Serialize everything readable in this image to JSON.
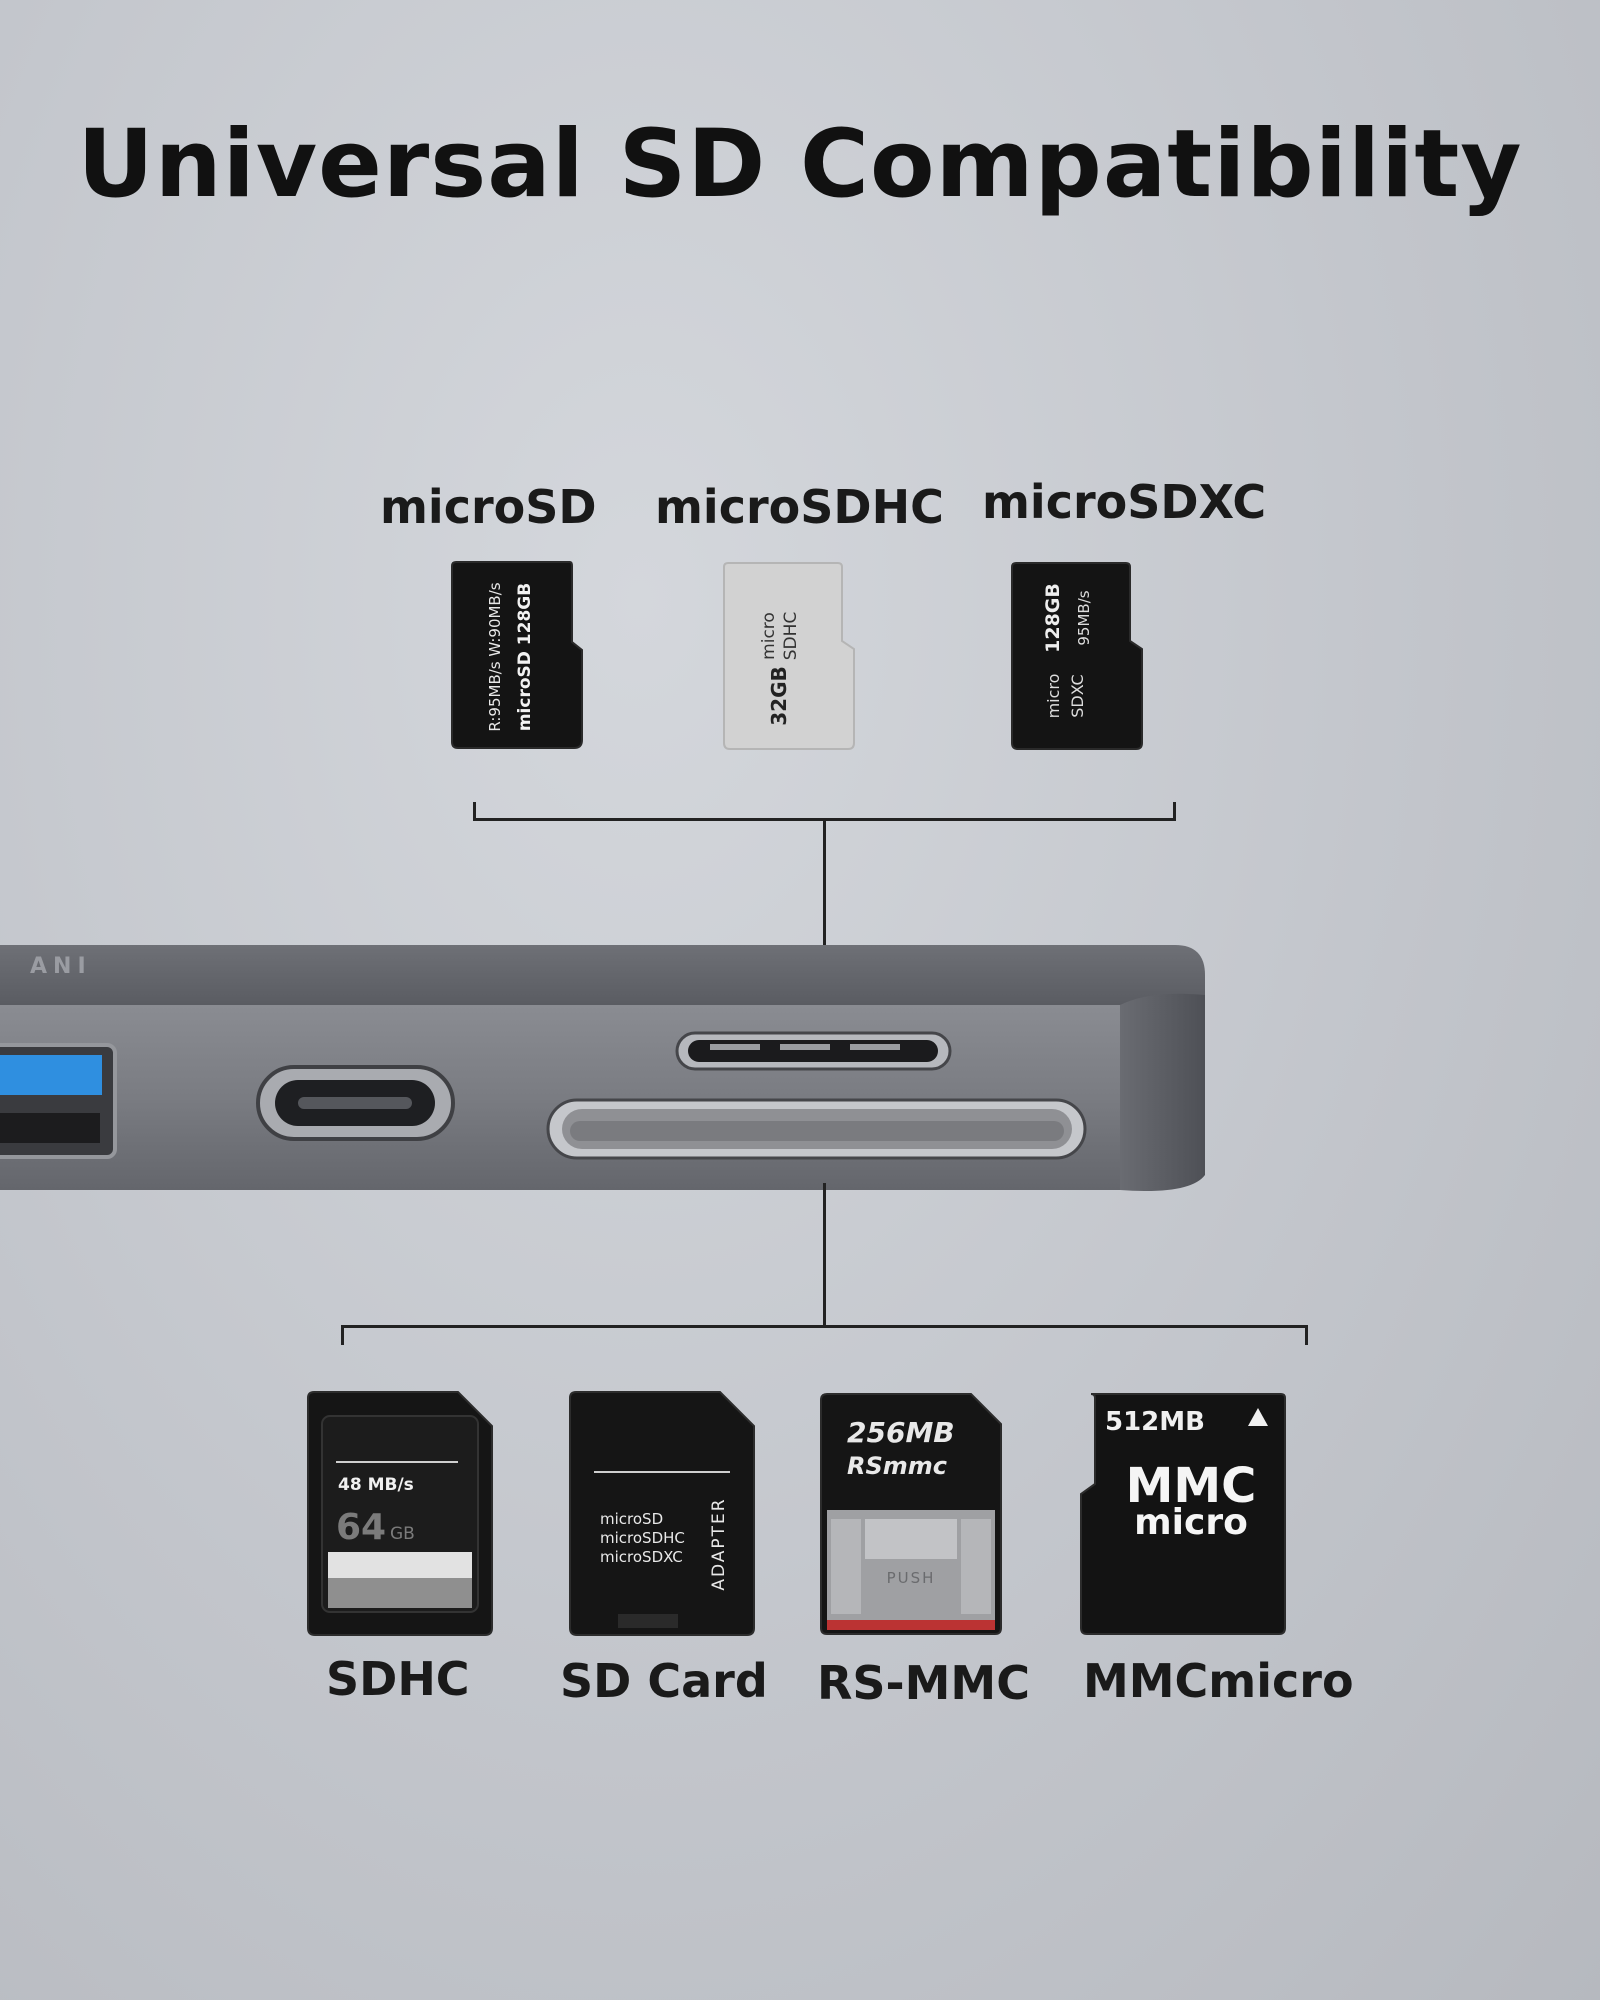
{
  "title": "Universal SD Compatibility",
  "brand_mark": "ANI",
  "micro_cards": [
    {
      "label": "microSD",
      "lines": [
        "R:95MB/s W:90MB/s",
        "microSD 128GB"
      ]
    },
    {
      "label": "microSDHC",
      "lines": [
        "micro",
        "SDHC",
        "32GB"
      ]
    },
    {
      "label": "microSDXC",
      "lines": [
        "128GB",
        "95MB/s",
        "micro",
        "SDXC"
      ]
    }
  ],
  "full_cards": [
    {
      "label": "SDHC",
      "speed": "48 MB/s",
      "capacity": "64",
      "unit": "GB"
    },
    {
      "label": "SD Card",
      "lines": [
        "microSD",
        "microSDHC",
        "microSDXC"
      ],
      "side": "ADAPTER"
    },
    {
      "label": "RS-MMC",
      "capacity": "256MB",
      "brand": "RSmmc",
      "push": "PUSH"
    },
    {
      "label": "MMCmicro",
      "capacity": "512MB",
      "brand_top": "MMC",
      "brand_bottom": "micro"
    }
  ]
}
